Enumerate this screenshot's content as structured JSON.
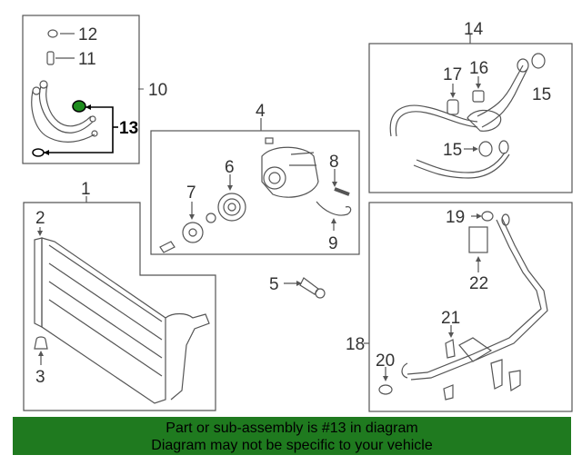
{
  "callouts": {
    "c1": "1",
    "c2": "2",
    "c3": "3",
    "c4": "4",
    "c5": "5",
    "c6": "6",
    "c7": "7",
    "c8": "8",
    "c9": "9",
    "c10": "10",
    "c11": "11",
    "c12": "12",
    "c13": "13",
    "c14": "14",
    "c15a": "15",
    "c15b": "15",
    "c16": "16",
    "c17": "17",
    "c18": "18",
    "c19": "19",
    "c20": "20",
    "c21": "21",
    "c22": "22"
  },
  "banner": {
    "line1": "Part or sub-assembly is #13 in diagram",
    "line2": "Diagram may not be specific to your vehicle"
  },
  "colors": {
    "banner_bg": "#1f7a1f",
    "highlight": "#1e8c1e",
    "line": "#555555"
  }
}
